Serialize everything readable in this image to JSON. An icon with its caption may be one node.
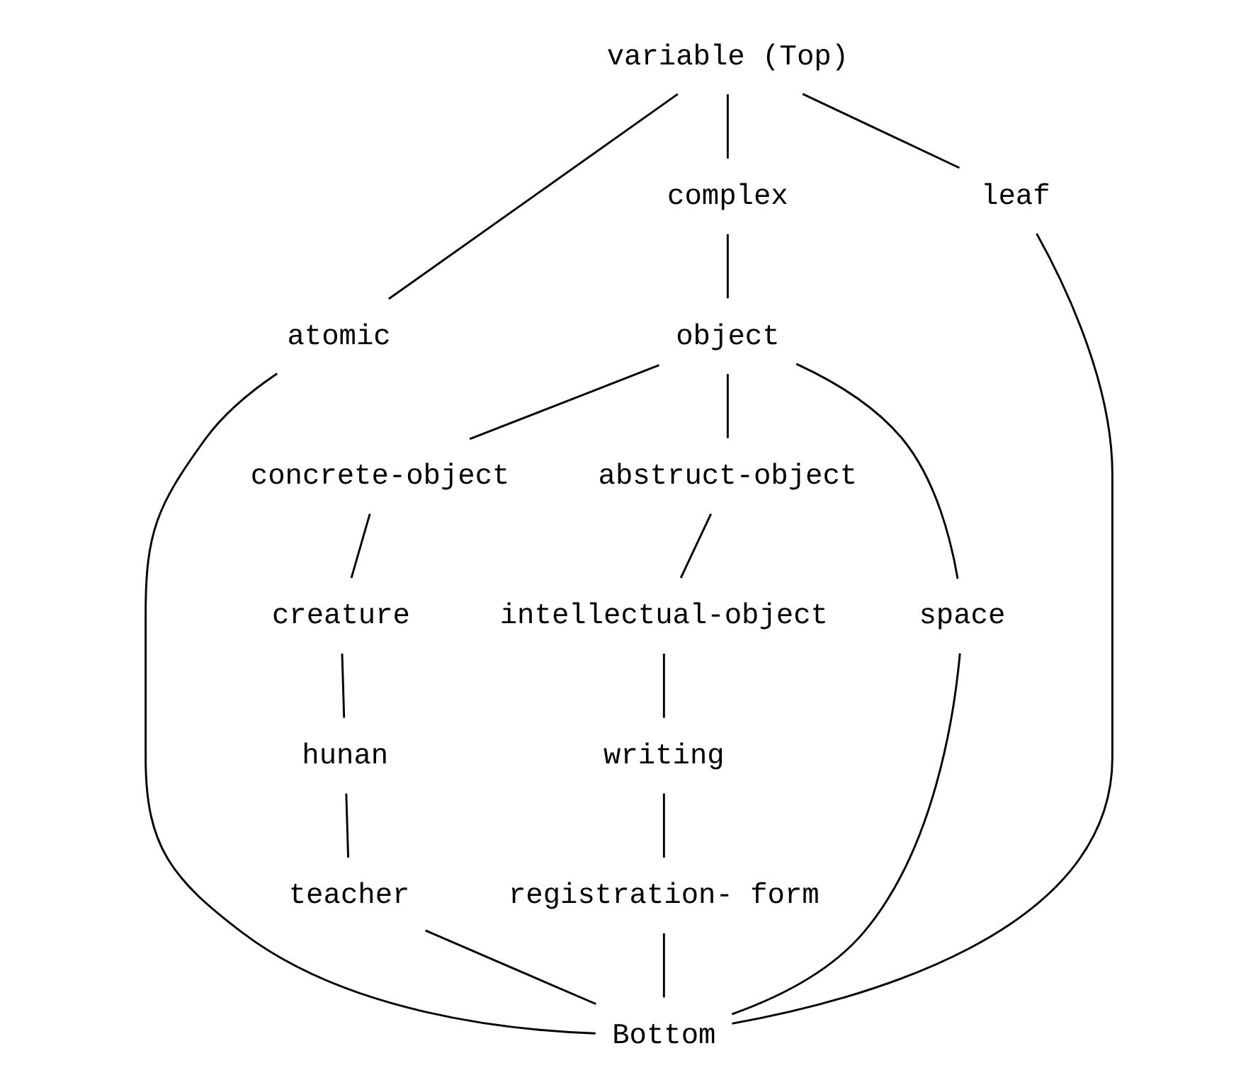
{
  "diagram": {
    "nodes": [
      {
        "text": [
          "variable (Top)"
        ]
      },
      {
        "text": [
          "atomic"
        ]
      },
      {
        "text": [
          "complex"
        ]
      },
      {
        "text": [
          "leaf"
        ]
      },
      {
        "text": [
          "object"
        ]
      },
      {
        "text": [
          "concrete-object"
        ]
      },
      {
        "text": [
          "abstruct-object"
        ]
      },
      {
        "text": [
          "space"
        ]
      },
      {
        "text": [
          "creature"
        ]
      },
      {
        "text": [
          "hunan"
        ]
      },
      {
        "text": [
          "teacher"
        ]
      },
      {
        "text": [
          "intellectual-object"
        ]
      },
      {
        "text": [
          "writing"
        ]
      },
      {
        "text": [
          "registration- form"
        ]
      },
      {
        "text": [
          "Bottom"
        ]
      }
    ],
    "edges": [
      {
        "from": 0,
        "to": 1,
        "arrow": "none"
      },
      {
        "from": 0,
        "to": 2,
        "arrow": "none"
      },
      {
        "from": 0,
        "to": 3,
        "arrow": "none"
      },
      {
        "from": 2,
        "to": 4,
        "arrow": "none"
      },
      {
        "from": 4,
        "to": 5,
        "arrow": "none"
      },
      {
        "from": 4,
        "to": 6,
        "arrow": "none"
      },
      {
        "from": 4,
        "to": 7,
        "arrow": "none"
      },
      {
        "from": 5,
        "to": 8,
        "arrow": "none"
      },
      {
        "from": 8,
        "to": 9,
        "arrow": "none"
      },
      {
        "from": 9,
        "to": 10,
        "arrow": "none"
      },
      {
        "from": 6,
        "to": 11,
        "arrow": "none"
      },
      {
        "from": 11,
        "to": 12,
        "arrow": "none"
      },
      {
        "from": 12,
        "to": 13,
        "arrow": "none"
      },
      {
        "from": 1,
        "to": 14,
        "arrow": "none"
      },
      {
        "from": 10,
        "to": 14,
        "arrow": "none"
      },
      {
        "from": 13,
        "to": 14,
        "arrow": "none"
      },
      {
        "from": 7,
        "to": 14,
        "arrow": "none"
      },
      {
        "from": 3,
        "to": 14,
        "arrow": "none"
      }
    ]
  }
}
